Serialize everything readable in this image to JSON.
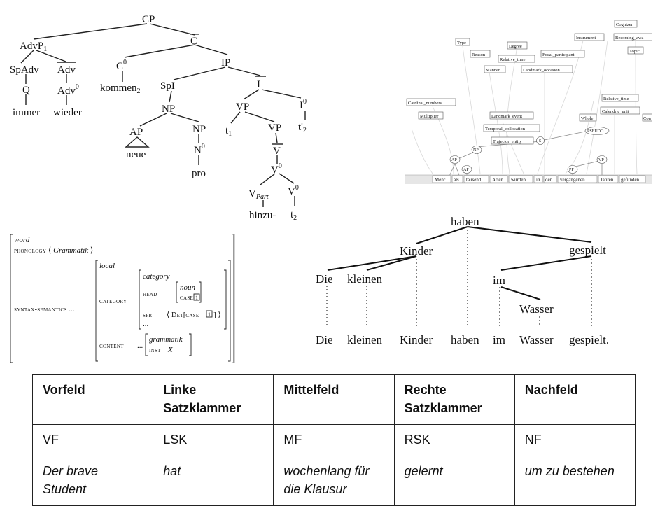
{
  "cp_tree": {
    "nodes": {
      "cp": "CP",
      "advp": "AdvP",
      "advp_sub": "1",
      "c_bar": "C",
      "spadv": "SpAdv",
      "adv_bar": "Adv",
      "c0": "C",
      "c0_sup": "0",
      "ip": "IP",
      "q": "Q",
      "adv0": "Adv",
      "adv0_sup": "0",
      "immer": "immer",
      "wieder": "wieder",
      "kommen": "kommen",
      "kommen_sub": "2",
      "spi": "SpI",
      "i_bar": "I",
      "np": "NP",
      "vp1": "VP",
      "i0": "I",
      "i0_sup": "0",
      "ap": "AP",
      "np2": "NP",
      "t1": "t",
      "t1_sub": "1",
      "vp2": "VP",
      "t2": "t'",
      "t2_sub": "2",
      "neue": "neue",
      "n0": "N",
      "n0_sup": "0",
      "v_bar": "V",
      "pro": "pro",
      "v0": "V",
      "v0_sup": "0",
      "vpart": "V",
      "vpart_sub": "Part",
      "v0b": "V",
      "v0b_sup": "0",
      "hinzu": "hinzu-",
      "t3": "t",
      "t3_sub": "2"
    }
  },
  "frame_graph": {
    "labels": [
      "Type",
      "Degree",
      "Instrument",
      "Cognizer",
      "Becoming_awa",
      "Reason",
      "Relative_time",
      "Focal_participant",
      "Topic",
      "Manner",
      "Landmark_occasion",
      "Cardinal_numbers",
      "Relative_time",
      "Multiplier",
      "Landmark_event",
      "Whole",
      "Calendric_unit",
      "Cou",
      "Temporal_collocation",
      "Trajector_entity"
    ],
    "nodes": [
      "PSEUDO",
      "S",
      "NP",
      "AP",
      "AP",
      "PP",
      "VP"
    ],
    "words": [
      "Mehr",
      "als",
      "tausend",
      "Arten",
      "wurden",
      "in",
      "den",
      "vergangenen",
      "Jahren",
      "gefunden"
    ]
  },
  "avm": {
    "word": "word",
    "phonology_label": "phonology",
    "phonology_value": "Grammatik",
    "synsem_label": "syntax-semantics ...",
    "local": "local",
    "category_label": "category",
    "category_type": "category",
    "head_label": "head",
    "head_type": "noun",
    "case_label": "case",
    "case_tag": "1",
    "spr_label": "spr",
    "spr_det": "Det",
    "spr_case": "case",
    "spr_tag": "1",
    "ellipsis": "...",
    "content_label": "content",
    "content_dots": "...",
    "content_type": "grammatik",
    "inst_label": "inst",
    "inst_value": "X"
  },
  "dep_tree": {
    "top": [
      "haben",
      "Kinder",
      "gespielt",
      "Die",
      "kleinen",
      "im",
      "Wasser"
    ],
    "bottom": [
      "Die",
      "kleinen",
      "Kinder",
      "haben",
      "im",
      "Wasser",
      "gespielt."
    ]
  },
  "table": {
    "header": [
      "Vorfeld",
      "Linke Satzklammer",
      "Mittelfeld",
      "Rechte Satzklammer",
      "Nachfeld"
    ],
    "abbr": [
      "VF",
      "LSK",
      "MF",
      "RSK",
      "NF"
    ],
    "example": [
      "Der brave Student",
      "hat",
      "wochenlang für die Klausur",
      "gelernt",
      "um zu bestehen"
    ]
  }
}
